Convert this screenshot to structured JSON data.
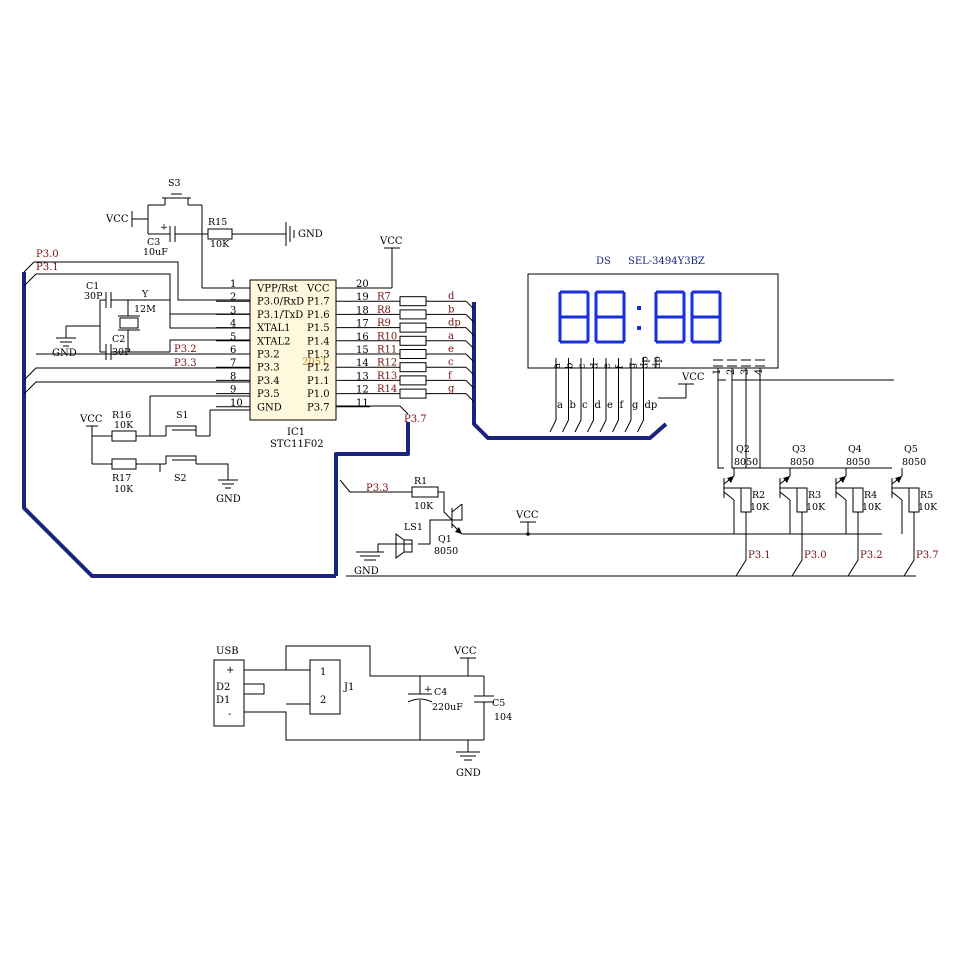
{
  "colors": {
    "bus": "#1a237e",
    "digit": "#1a2fd8",
    "label": "#7a1010",
    "ic_fill": "#fff8dc"
  },
  "power": {
    "vcc": "VCC",
    "gnd": "GND"
  },
  "ic": {
    "ref": "IC1",
    "part": "STC11F02",
    "mark": "2051",
    "left_pins": [
      {
        "num": "1",
        "name": "VPP/Rst"
      },
      {
        "num": "2",
        "name": "P3.0/RxD"
      },
      {
        "num": "3",
        "name": "P3.1/TxD"
      },
      {
        "num": "4",
        "name": "XTAL1"
      },
      {
        "num": "5",
        "name": "XTAL2"
      },
      {
        "num": "6",
        "name": "P3.2"
      },
      {
        "num": "7",
        "name": "P3.3"
      },
      {
        "num": "8",
        "name": "P3.4"
      },
      {
        "num": "9",
        "name": "P3.5"
      },
      {
        "num": "10",
        "name": "GND"
      }
    ],
    "right_pins": [
      {
        "num": "20",
        "name": "VCC"
      },
      {
        "num": "19",
        "name": "P1.7"
      },
      {
        "num": "18",
        "name": "P1.6"
      },
      {
        "num": "17",
        "name": "P1.5"
      },
      {
        "num": "16",
        "name": "P1.4"
      },
      {
        "num": "15",
        "name": "P1.3"
      },
      {
        "num": "14",
        "name": "P1.2"
      },
      {
        "num": "13",
        "name": "P1.1"
      },
      {
        "num": "12",
        "name": "P1.0"
      },
      {
        "num": "11",
        "name": "P3.7"
      }
    ]
  },
  "seg_resistors": [
    "R7",
    "R8",
    "R9",
    "R10",
    "R11",
    "R12",
    "R13",
    "R14"
  ],
  "seg_outputs": [
    "d",
    "b",
    "dp",
    "a",
    "e",
    "c",
    "f",
    "g"
  ],
  "display": {
    "ref": "DS",
    "part": "SEL-3494Y3BZ",
    "digits": "88:88",
    "bottom_pins": [
      "a",
      "b",
      "c",
      "d",
      "e",
      "f",
      "g",
      "dp",
      "dp"
    ],
    "bus_labels": [
      "a",
      "b",
      "c",
      "d",
      "e",
      "f",
      "g",
      "dp"
    ],
    "right_pins": [
      "1",
      "2",
      "3",
      "4"
    ]
  },
  "net_labels": {
    "p30": "P3.0",
    "p31": "P3.1",
    "p32": "P3.2",
    "p33": "P3.3",
    "p37": "P3.7"
  },
  "reset": {
    "switch": "S3",
    "cap": "C3",
    "cap_value": "10uF",
    "res": "R15",
    "res_value": "10K",
    "plus": "+"
  },
  "crystal": {
    "c1": "C1",
    "c1_value": "30P",
    "c2": "C2",
    "c2_value": "30P",
    "ref": "Y",
    "value": "12M"
  },
  "buttons": {
    "r16": "R16",
    "r16_value": "10K",
    "r17": "R17",
    "r17_value": "10K",
    "s1": "S1",
    "s2": "S2"
  },
  "buzzer": {
    "r1": "R1",
    "r1_value": "10K",
    "ref": "LS1",
    "q": "Q1",
    "q_type": "8050"
  },
  "drivers": [
    {
      "q": "Q2",
      "type": "8050",
      "r": "R2",
      "r_value": "10K",
      "net": "P3.1"
    },
    {
      "q": "Q3",
      "type": "8050",
      "r": "R3",
      "r_value": "10K",
      "net": "P3.0"
    },
    {
      "q": "Q4",
      "type": "8050",
      "r": "R4",
      "r_value": "10K",
      "net": "P3.2"
    },
    {
      "q": "Q5",
      "type": "8050",
      "r": "R5",
      "r_value": "10K",
      "net": "P3.7"
    }
  ],
  "usb": {
    "ref": "USB",
    "pins": [
      "+",
      "D2",
      "D1",
      "-"
    ],
    "j": "J1",
    "j1": "1",
    "j2": "2",
    "c4": "C4",
    "c4_value": "220uF",
    "c5": "C5",
    "c5_value": "104",
    "plus": "+"
  }
}
